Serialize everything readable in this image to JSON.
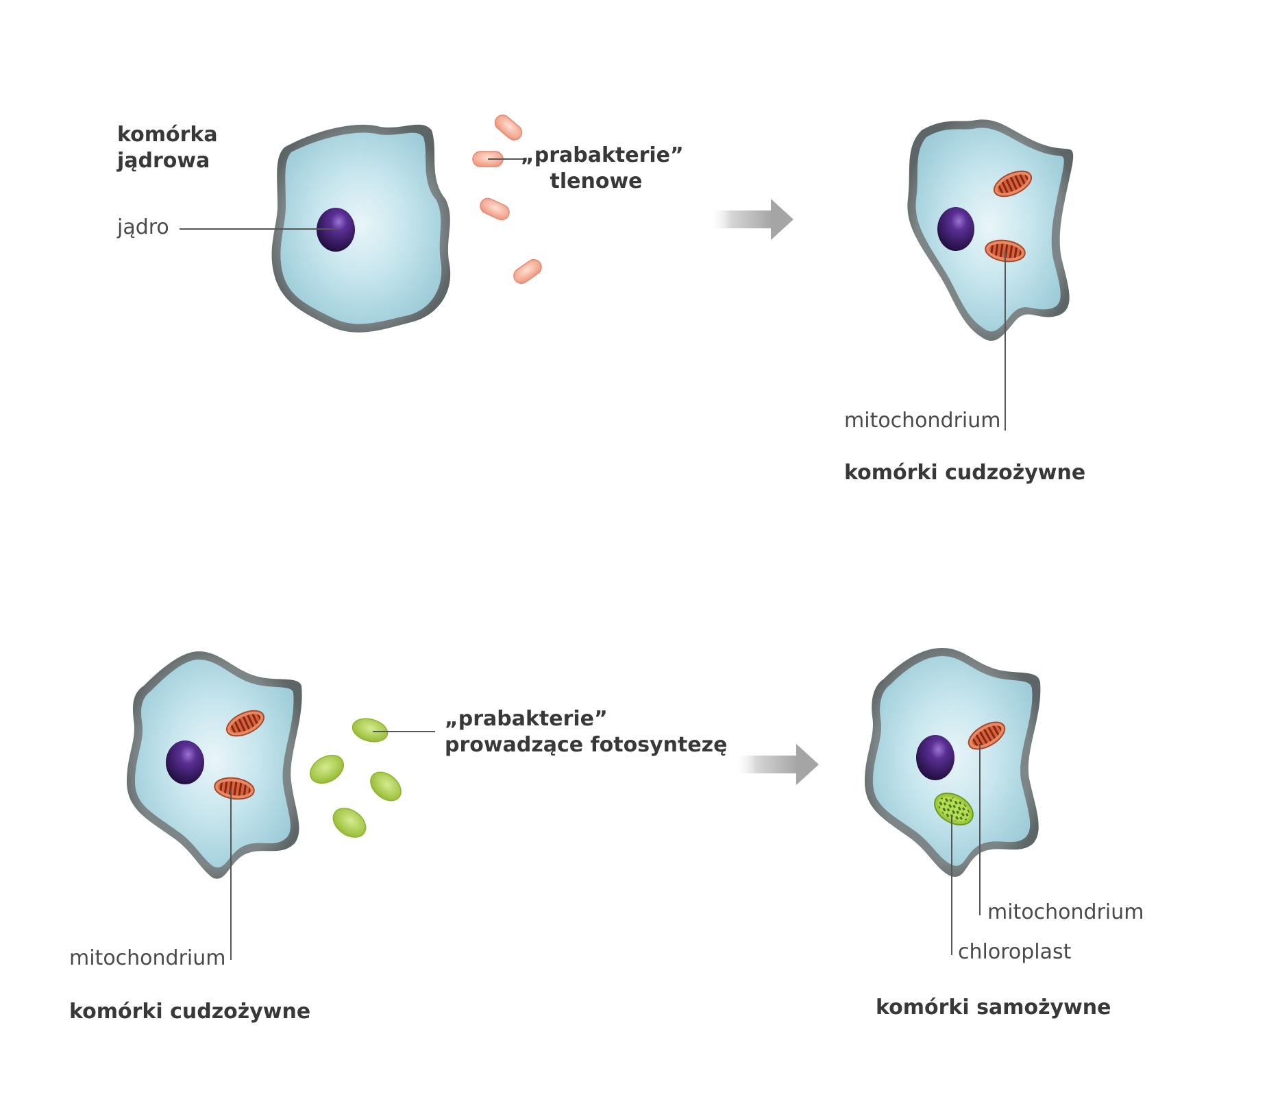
{
  "labels": {
    "top_left_cell": [
      "komórka",
      "jądrowa"
    ],
    "nucleus": "jądro",
    "aerobic_bacteria": [
      "„prabakterie”",
      "tlenowe"
    ],
    "mitochondrium_top_right": "mitochondrium",
    "heterotrophic_top": "komórki cudzożywne",
    "photo_bacteria": [
      "„prabakterie”",
      "prowadzące fotosyntezę"
    ],
    "mitochondrium_bottom_left": "mitochondrium",
    "heterotrophic_bottom": "komórki cudzożywne",
    "mitochondrium_bottom_right": "mitochondrium",
    "chloroplast": "chloroplast",
    "autotrophic": "komórki samożywne"
  },
  "colors": {
    "cell_body": "#a8d4de",
    "cell_membrane": "#6f7678",
    "nucleus": "#3d1f66",
    "mitochondrium": "#c8552f",
    "aerobic_bacterium": "#f3a58e",
    "photo_bacterium": "#a9c94a",
    "chloroplast": "#8cbf35",
    "arrow": "#b9b9b9",
    "leader_line": "#555555"
  }
}
